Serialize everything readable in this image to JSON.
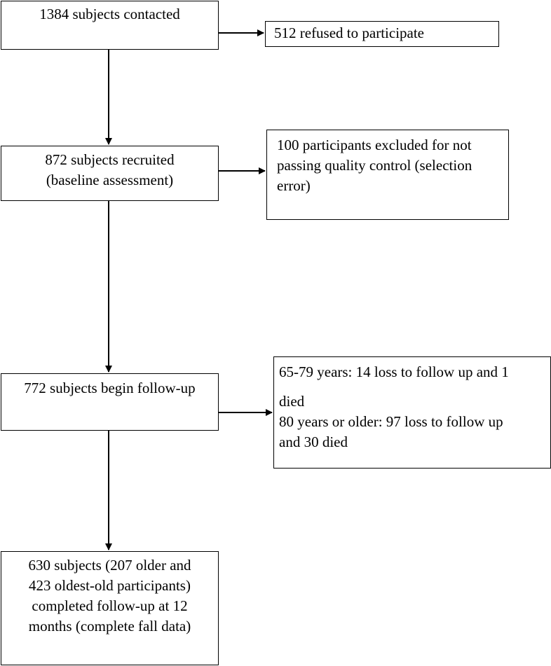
{
  "flowchart": {
    "contacted": "1384 subjects contacted",
    "refused": "512 refused to participate",
    "recruited": {
      "line1": "872 subjects recruited",
      "line2": "(baseline assessment)"
    },
    "excluded": {
      "line1": "100 participants excluded for not",
      "line2": "passing quality control (selection",
      "line3": "error)"
    },
    "followup": "772 subjects begin follow-up",
    "loss": {
      "group1_line1": "65-79 years: 14 loss to follow up and 1",
      "group1_line2": "died",
      "group2_line1": "80 years or older: 97 loss to follow up",
      "group2_line2": "and 30 died"
    },
    "completed": {
      "line1": "630 subjects (207 older and",
      "line2": "423 oldest-old participants)",
      "line3": "completed follow-up at 12",
      "line4": "months (complete fall data)"
    }
  },
  "colors": {
    "line": "#000000",
    "box_fill": "#ffffff"
  }
}
